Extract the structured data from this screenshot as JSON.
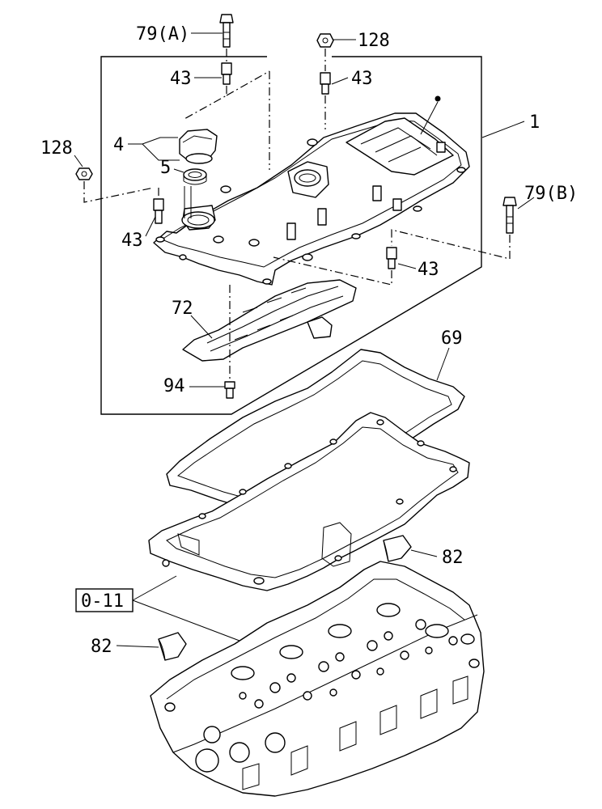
{
  "labels": {
    "bolt_79a": "79(A)",
    "nut_128_top": "128",
    "stud_43_left_top": "43",
    "stud_43_right_top": "43",
    "cover_1": "1",
    "nut_128_left": "128",
    "cap_4": "4",
    "ring_5": "5",
    "bolt_79b": "79(B)",
    "stud_43_left_bottom": "43",
    "stud_43_right_bottom": "43",
    "baffle_72": "72",
    "gasket_69": "69",
    "bolt_94": "94",
    "cap_82_right": "82",
    "ref_0_11": "0-11",
    "cap_82_left": "82"
  }
}
